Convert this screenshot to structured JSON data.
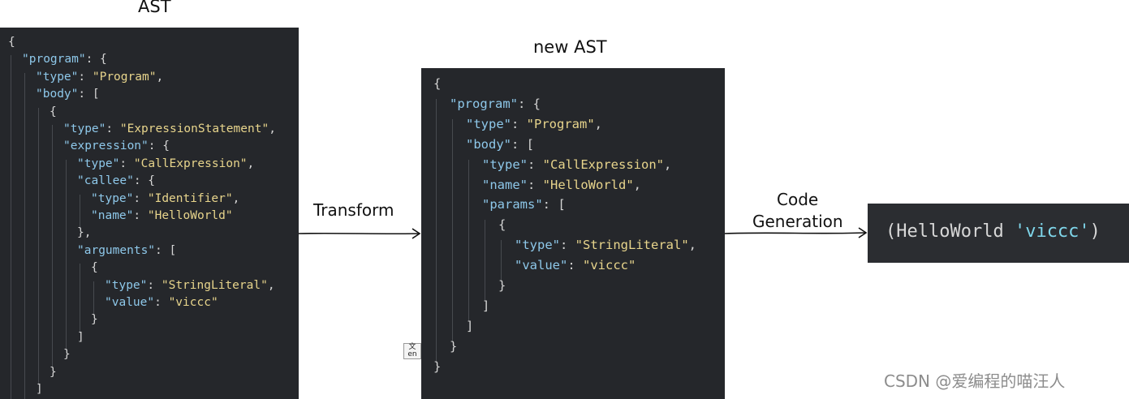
{
  "titles": {
    "ast": "AST",
    "new_ast": "new AST"
  },
  "arrows": {
    "transform": "Transform",
    "code_generation_1": "Code",
    "code_generation_2": "Generation"
  },
  "ast_code": [
    [
      [
        "p",
        "{"
      ]
    ],
    [
      [
        "k",
        "\"program\""
      ],
      [
        "p",
        ": {"
      ]
    ],
    [
      [
        "k",
        "\"type\""
      ],
      [
        "p",
        ": "
      ],
      [
        "s",
        "\"Program\""
      ],
      [
        "p",
        ","
      ]
    ],
    [
      [
        "k",
        "\"body\""
      ],
      [
        "p",
        ": ["
      ]
    ],
    [
      [
        "p",
        "{"
      ]
    ],
    [
      [
        "k",
        "\"type\""
      ],
      [
        "p",
        ": "
      ],
      [
        "s",
        "\"ExpressionStatement\""
      ],
      [
        "p",
        ","
      ]
    ],
    [
      [
        "k",
        "\"expression\""
      ],
      [
        "p",
        ": {"
      ]
    ],
    [
      [
        "k",
        "\"type\""
      ],
      [
        "p",
        ": "
      ],
      [
        "s",
        "\"CallExpression\""
      ],
      [
        "p",
        ","
      ]
    ],
    [
      [
        "k",
        "\"callee\""
      ],
      [
        "p",
        ": {"
      ]
    ],
    [
      [
        "k",
        "\"type\""
      ],
      [
        "p",
        ": "
      ],
      [
        "s",
        "\"Identifier\""
      ],
      [
        "p",
        ","
      ]
    ],
    [
      [
        "k",
        "\"name\""
      ],
      [
        "p",
        ": "
      ],
      [
        "s",
        "\"HelloWorld\""
      ]
    ],
    [
      [
        "p",
        "},"
      ]
    ],
    [
      [
        "k",
        "\"arguments\""
      ],
      [
        "p",
        ": ["
      ]
    ],
    [
      [
        "p",
        "{"
      ]
    ],
    [
      [
        "k",
        "\"type\""
      ],
      [
        "p",
        ": "
      ],
      [
        "s",
        "\"StringLiteral\""
      ],
      [
        "p",
        ","
      ]
    ],
    [
      [
        "k",
        "\"value\""
      ],
      [
        "p",
        ": "
      ],
      [
        "s",
        "\"viccc\""
      ]
    ],
    [
      [
        "p",
        "}"
      ]
    ],
    [
      [
        "p",
        "]"
      ]
    ],
    [
      [
        "p",
        "}"
      ]
    ],
    [
      [
        "p",
        "}"
      ]
    ],
    [
      [
        "p",
        "]"
      ]
    ]
  ],
  "new_ast_code": [
    [
      [
        "p",
        "{"
      ]
    ],
    [
      [
        "k",
        "\"program\""
      ],
      [
        "p",
        ": {"
      ]
    ],
    [
      [
        "k",
        "\"type\""
      ],
      [
        "p",
        ": "
      ],
      [
        "s",
        "\"Program\""
      ],
      [
        "p",
        ","
      ]
    ],
    [
      [
        "k",
        "\"body\""
      ],
      [
        "p",
        ": ["
      ]
    ],
    [
      [
        "k",
        "\"type\""
      ],
      [
        "p",
        ": "
      ],
      [
        "s",
        "\"CallExpression\""
      ],
      [
        "p",
        ","
      ]
    ],
    [
      [
        "k",
        "\"name\""
      ],
      [
        "p",
        ": "
      ],
      [
        "s",
        "\"HelloWorld\""
      ],
      [
        "p",
        ","
      ]
    ],
    [
      [
        "k",
        "\"params\""
      ],
      [
        "p",
        ": ["
      ]
    ],
    [
      [
        "p",
        "{"
      ]
    ],
    [
      [
        "k",
        "\"type\""
      ],
      [
        "p",
        ": "
      ],
      [
        "s",
        "\"StringLiteral\""
      ],
      [
        "p",
        ","
      ]
    ],
    [
      [
        "k",
        "\"value\""
      ],
      [
        "p",
        ": "
      ],
      [
        "s",
        "\"viccc\""
      ]
    ],
    [
      [
        "p",
        "}"
      ]
    ],
    [
      [
        "p",
        "]"
      ]
    ],
    [
      [
        "p",
        "]"
      ]
    ],
    [
      [
        "p",
        "}"
      ]
    ],
    [
      [
        "p",
        "}"
      ]
    ]
  ],
  "output": {
    "open": "(HelloWorld ",
    "string": "'viccc'",
    "close": ")"
  },
  "watermark": "CSDN @爱编程的喵汪人",
  "translate_icon": {
    "top": "文",
    "bottom": "en"
  },
  "colors": {
    "panel_bg": "#25272b",
    "key": "#8ec8ea",
    "string": "#e8d58c",
    "output_string": "#7fd6ea"
  }
}
